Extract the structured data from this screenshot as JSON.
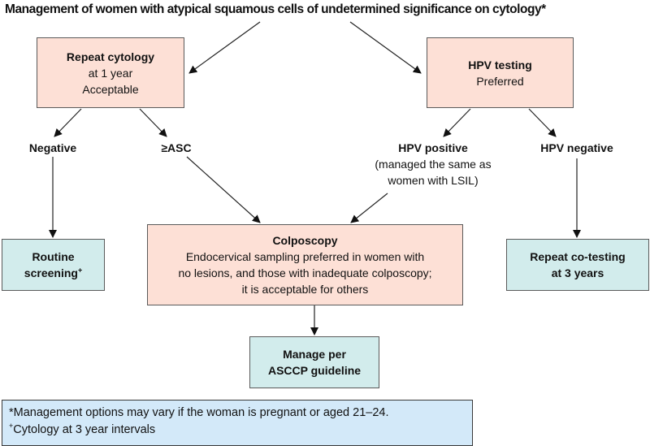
{
  "title": "Management of women with atypical squamous cells of undetermined significance on cytology*",
  "nodes": {
    "repeat_cytology": {
      "heading": "Repeat cytology",
      "line1": "at 1 year",
      "line2": "Acceptable"
    },
    "hpv_testing": {
      "heading": "HPV testing",
      "line1": "Preferred"
    },
    "negative": {
      "label": "Negative"
    },
    "asc": {
      "label": "≥ASC"
    },
    "hpv_positive": {
      "label": "HPV positive",
      "line1": "(managed the same as",
      "line2": "women with LSIL)"
    },
    "hpv_negative": {
      "label": "HPV negative"
    },
    "routine_screening": {
      "line1": "Routine",
      "line2": "screening",
      "sup": "+"
    },
    "colposcopy": {
      "heading": "Colposcopy",
      "line1": "Endocervical sampling preferred in women with",
      "line2": "no lesions, and those with inadequate colposcopy;",
      "line3": "it is acceptable for others"
    },
    "repeat_cotesting": {
      "line1": "Repeat co-testing",
      "line2": "at 3 years"
    },
    "manage_asccp": {
      "line1": "Manage per",
      "line2": "ASCCP guideline"
    }
  },
  "footnotes": {
    "note1": "*Management options may vary if the woman is pregnant or aged 21–24.",
    "note2_mark": "+",
    "note2": "Cytology at 3 year intervals"
  },
  "colors": {
    "action_box": "#fde0d6",
    "outcome_box": "#d2ecec",
    "footnote_box": "#d3e9f9",
    "stroke": "#5a5a5a"
  }
}
